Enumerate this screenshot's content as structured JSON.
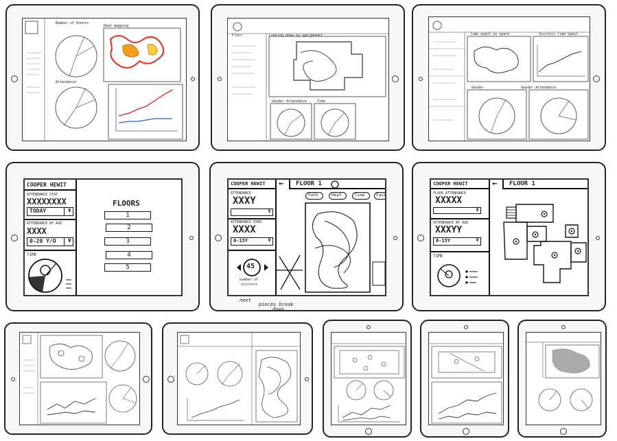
{
  "sketch_a": {
    "brand": "COOPER HEWIT",
    "field1_label": "ATTENDANCE STAT",
    "field1_value": "XXXXXXXX",
    "field1_select": "TODAY",
    "field2_label": "ATTENDANCE BY AGE",
    "field2_value": "XXXX",
    "field2_select": "0-20 Y/O",
    "time_label": "TIME",
    "floors_title": "FLOORS",
    "floors": [
      "1",
      "2",
      "3",
      "4",
      "5"
    ]
  },
  "sketch_b": {
    "brand": "COOPER HEWIT",
    "floor_title": "FLOOR 1",
    "back_arrow": "←",
    "field1_label": "ATTENDANCE",
    "field1_value": "XXXY",
    "field2_label": "ATTENDANCE OVER",
    "field2_value": "XXXX",
    "field2_select": "0-15Y",
    "counter_value": "45",
    "counter_caption_1": "number of",
    "counter_caption_2": "visitors",
    "tabs": [
      "Path",
      "Heat",
      "Time",
      "Face"
    ],
    "note_1": "next",
    "note_2": "pieces break",
    "note_3": "down"
  },
  "sketch_c": {
    "brand": "COOPER HEWIT",
    "floor_title": "FLOOR 1",
    "back_arrow": "←",
    "field1_label": "FLOOR ATTENDANCE",
    "field1_value": "XXXXX",
    "field2_label": "ATTENDANCE BY AGE",
    "field2_value": "XXXYY",
    "field2_select": "0-15Y",
    "time_label": "TIME"
  },
  "sketch_top_left": {
    "label_1": "Number of Events",
    "label_2": "Heat mapping",
    "label_3": "Attendance"
  },
  "sketch_top_mid": {
    "label_1": "Floor",
    "label_2": "Looking down by age/gender",
    "label_3": "Gender Attendance",
    "label_4": "Time"
  },
  "sketch_top_right": {
    "label_1": "Time spent in space",
    "label_2": "Visitors Time Spent",
    "label_3": "Gender",
    "label_4": "Gender Attendance"
  }
}
